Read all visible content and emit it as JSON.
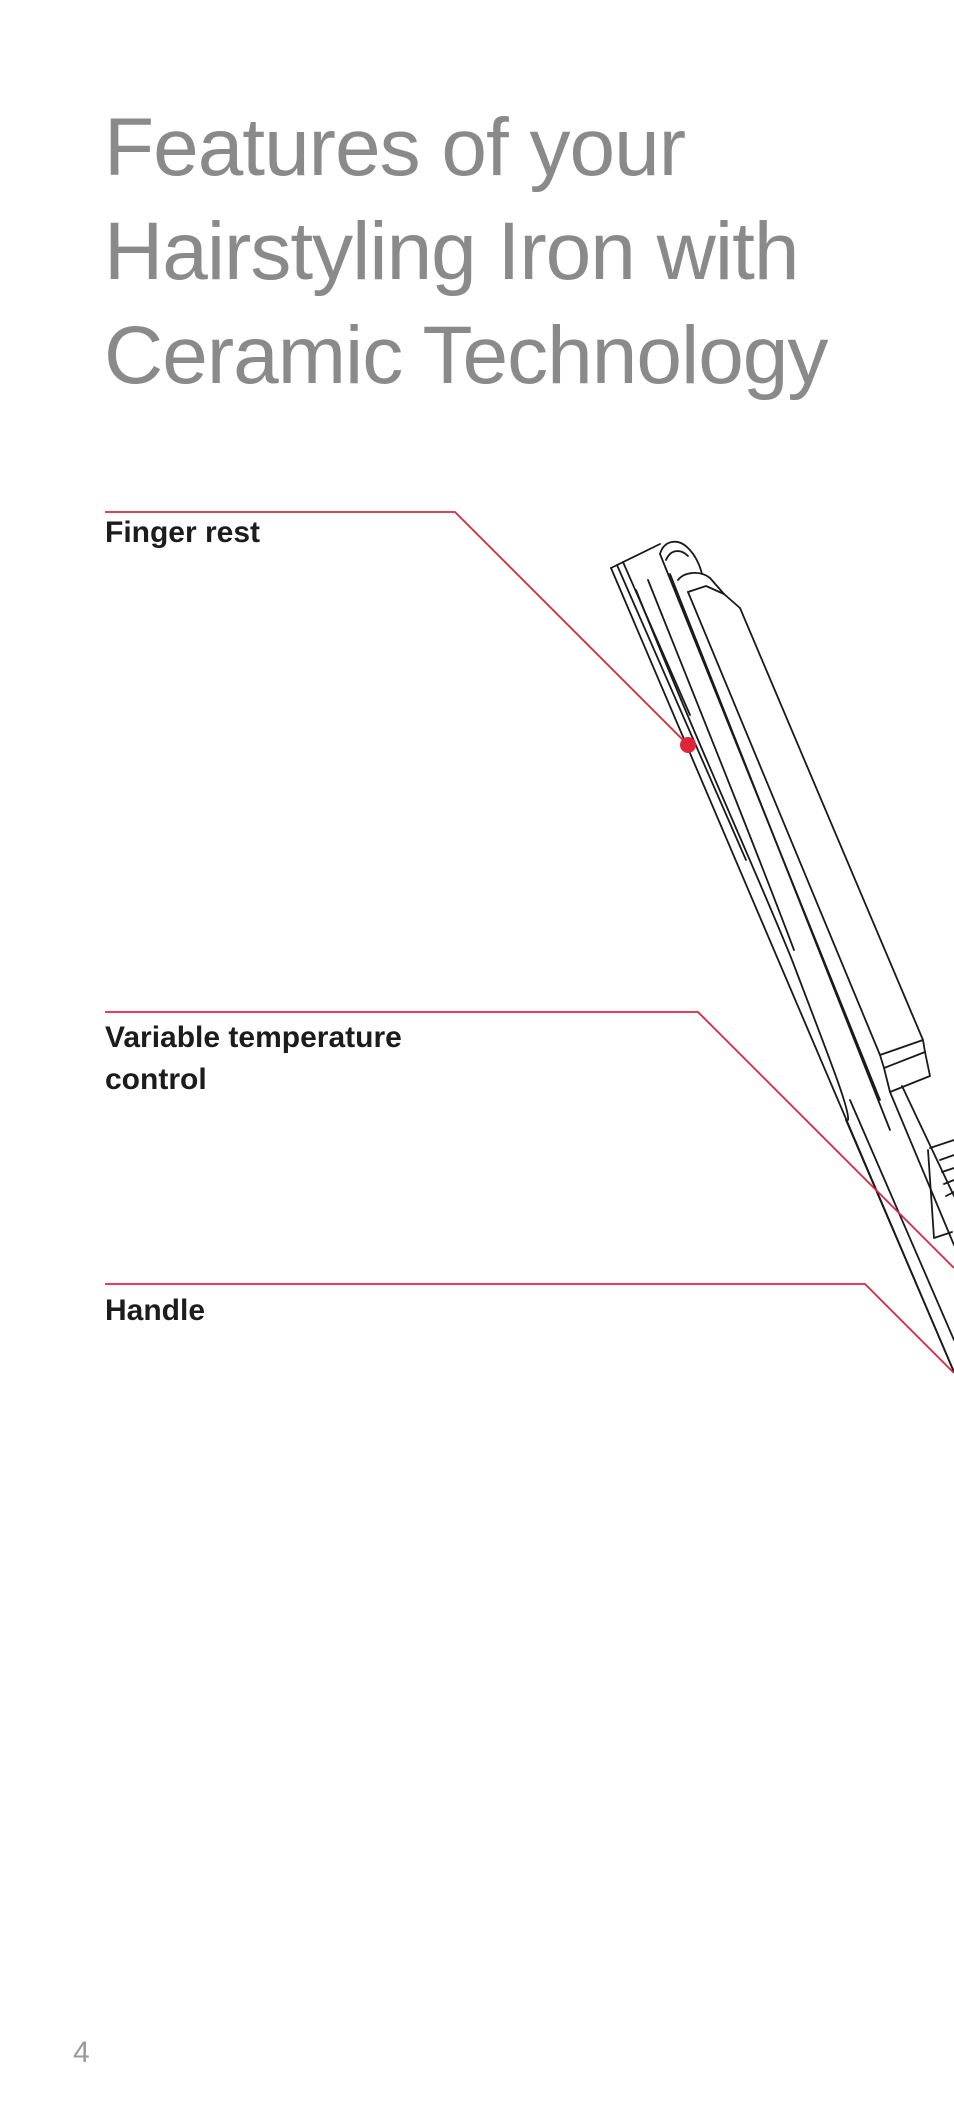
{
  "page": {
    "title_lines": [
      "Features of your",
      "Hairstyling Iron with",
      "Ceramic Technology"
    ],
    "page_number": "4"
  },
  "callouts": [
    {
      "id": "finger-rest",
      "label": "Finger rest"
    },
    {
      "id": "variable-temperature-control",
      "label": "Variable temperature\ncontrol"
    },
    {
      "id": "handle",
      "label": "Handle"
    }
  ],
  "colors": {
    "accent": "#e1243c",
    "title": "#8a8a8a",
    "label": "#1c1c1c",
    "line_art": "#1a1a1a"
  }
}
